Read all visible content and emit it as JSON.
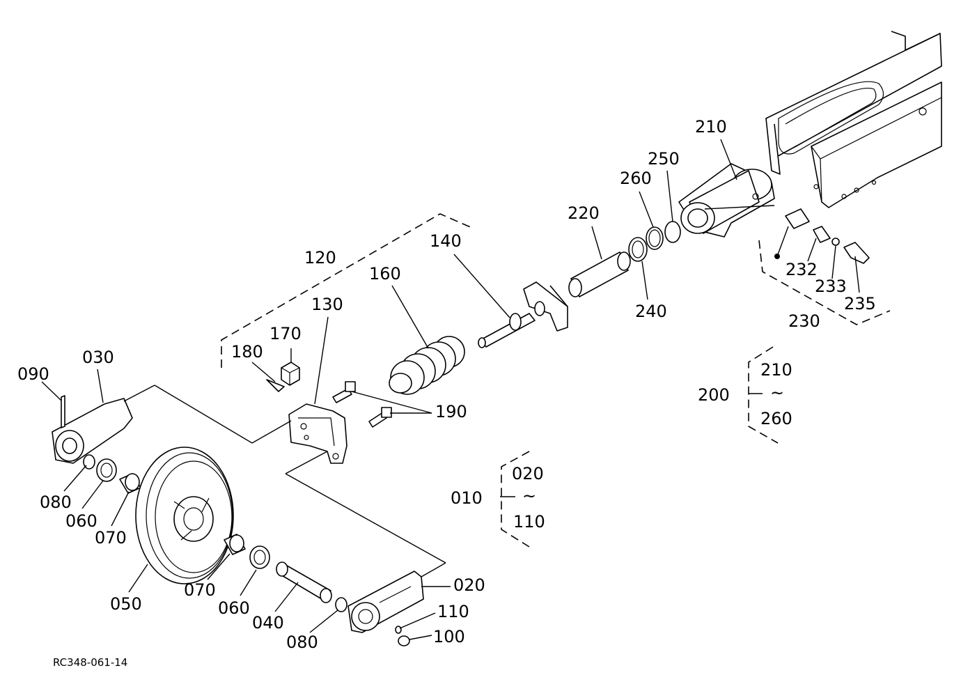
{
  "labels": {
    "l010": "010",
    "l020": "020",
    "l020b": "020",
    "l030": "030",
    "l040": "040",
    "l050": "050",
    "l060a": "060",
    "l060b": "060",
    "l070a": "070",
    "l070b": "070",
    "l080a": "080",
    "l080b": "080",
    "l090": "090",
    "l100": "100",
    "l110": "110",
    "l110b": "110",
    "l120": "120",
    "l130": "130",
    "l140": "140",
    "l160": "160",
    "l170": "170",
    "l180": "180",
    "l190": "190",
    "l200": "200",
    "l210": "210",
    "l210b": "210",
    "l220": "220",
    "l230": "230",
    "l232": "232",
    "l233": "233",
    "l235": "235",
    "l240": "240",
    "l250": "250",
    "l260": "260",
    "l260b": "260",
    "tilde1": "~",
    "tilde2": "~"
  },
  "drawing_code": "RC348-061-14"
}
